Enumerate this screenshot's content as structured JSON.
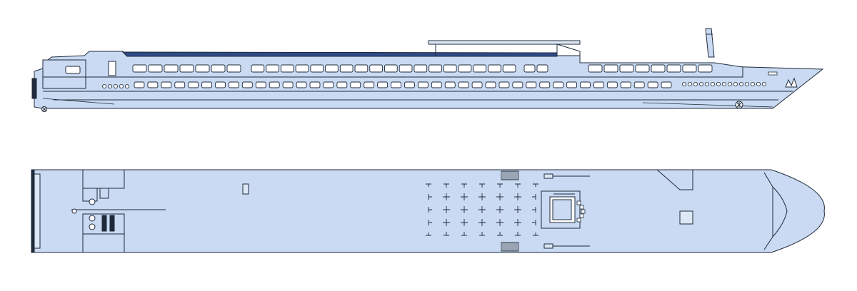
{
  "figure": {
    "views": [
      "side-elevation",
      "top-deck-plan"
    ],
    "colors": {
      "hull": "#c9daf2",
      "hull_light": "#dde8f7",
      "outline": "#1f2a3a",
      "window_fill": "#ffffff",
      "sun_deck_dark": "#2f4a86",
      "background": "#ffffff"
    },
    "side_view": {
      "upper_row_window_count": 35,
      "lower_row_window_count": 40,
      "stern_porthole_count": 5,
      "bow_porthole_count": 15
    },
    "top_view": {
      "deck_grid_cross_count": 35,
      "stairwell_icon": "staircase-icon",
      "anchor_icon": "anchor-icon",
      "propeller_icon": "propeller-icon"
    }
  }
}
